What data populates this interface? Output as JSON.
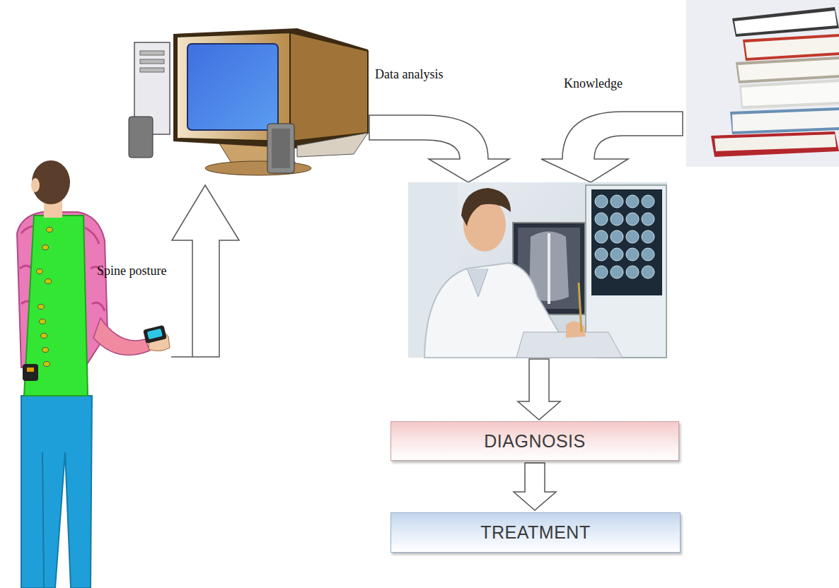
{
  "diagram": {
    "nodes": [
      {
        "text": [
          "DIAGNOSIS"
        ]
      },
      {
        "text": [
          "TREATMENT"
        ]
      }
    ],
    "edges": [
      {
        "from": 0,
        "to": 1,
        "arrow": "to"
      }
    ],
    "labels": [
      "Spine posture",
      "Data analysis",
      "Knowledge"
    ]
  }
}
